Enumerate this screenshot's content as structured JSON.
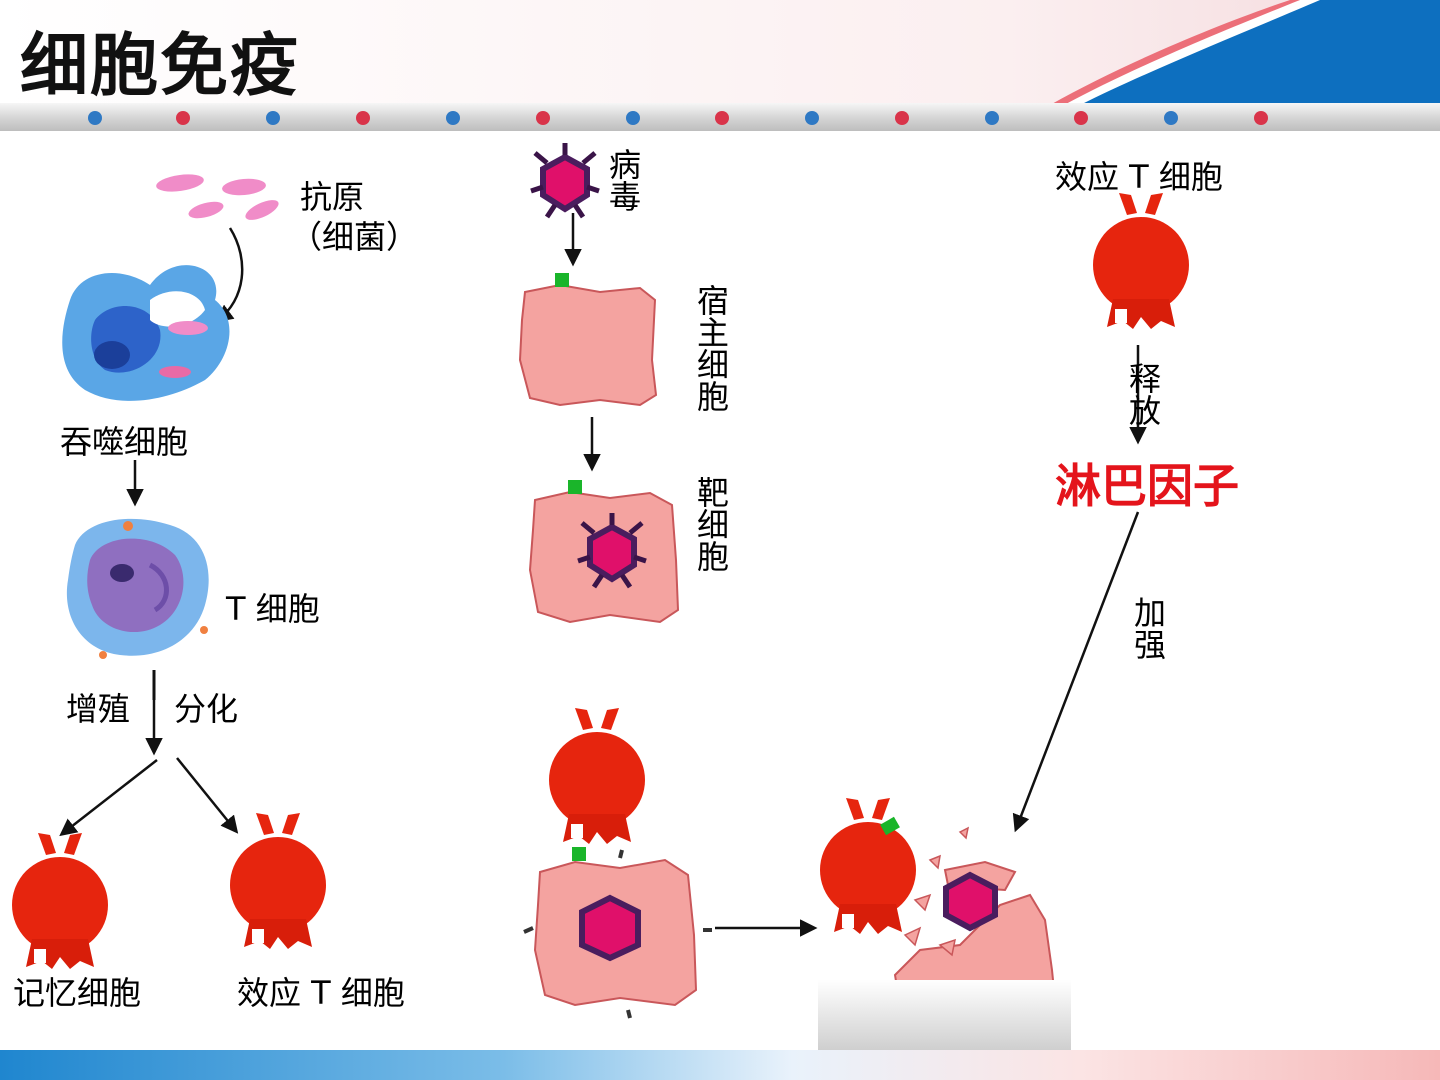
{
  "page": {
    "title": "细胞免疫"
  },
  "labels": {
    "antigen": "抗原",
    "antigen_note": "（细菌）",
    "phagocyte": "吞噬细胞",
    "t_cell": "T 细胞",
    "proliferation": "增殖",
    "differentiation": "分化",
    "memory_cell": "记忆细胞",
    "effector_t_cell_left": "效应 T 细胞",
    "virus": "病毒",
    "host_cell": "宿主细胞",
    "target_cell": "靶细胞",
    "effector_t_cell_right": "效应 T 细胞",
    "release": "释放",
    "lymphokine": "淋巴因子",
    "enhance": "加强"
  },
  "colors": {
    "effector_cell": "#e6250e",
    "host_cell_fill": "#f4a3a0",
    "virus_core": "#e0106a",
    "lymphokine_text": "#e4141b",
    "header_blue": "#0d6fbf",
    "receptor": "#1ab52a"
  },
  "icons": {
    "arrow": "arrow-icon",
    "virus": "virus-icon",
    "effector_cell": "effector-t-cell-icon",
    "host_cell": "host-cell-icon",
    "bacteria": "bacteria-icon",
    "phagocyte": "phagocyte-icon",
    "t_cell": "t-cell-icon"
  }
}
